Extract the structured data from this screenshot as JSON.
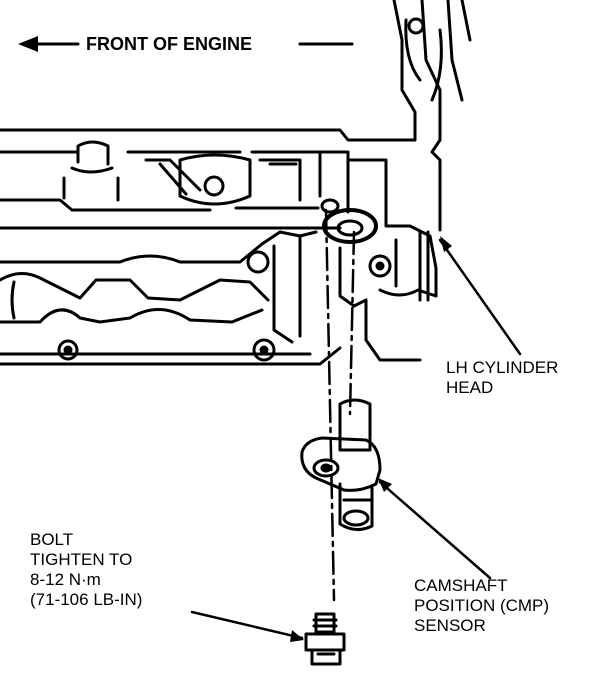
{
  "labels": {
    "front_of_engine": "FRONT OF ENGINE",
    "lh_cylinder_head": [
      "LH CYLINDER",
      "HEAD"
    ],
    "camshaft_sensor": [
      "CAMSHAFT",
      "POSITION (CMP)",
      "SENSOR"
    ],
    "bolt": [
      "BOLT",
      "TIGHTEN TO",
      "8-12 N·m",
      "(71-106 LB-IN)"
    ]
  },
  "colors": {
    "ink": "#000000",
    "paper": "#ffffff"
  }
}
